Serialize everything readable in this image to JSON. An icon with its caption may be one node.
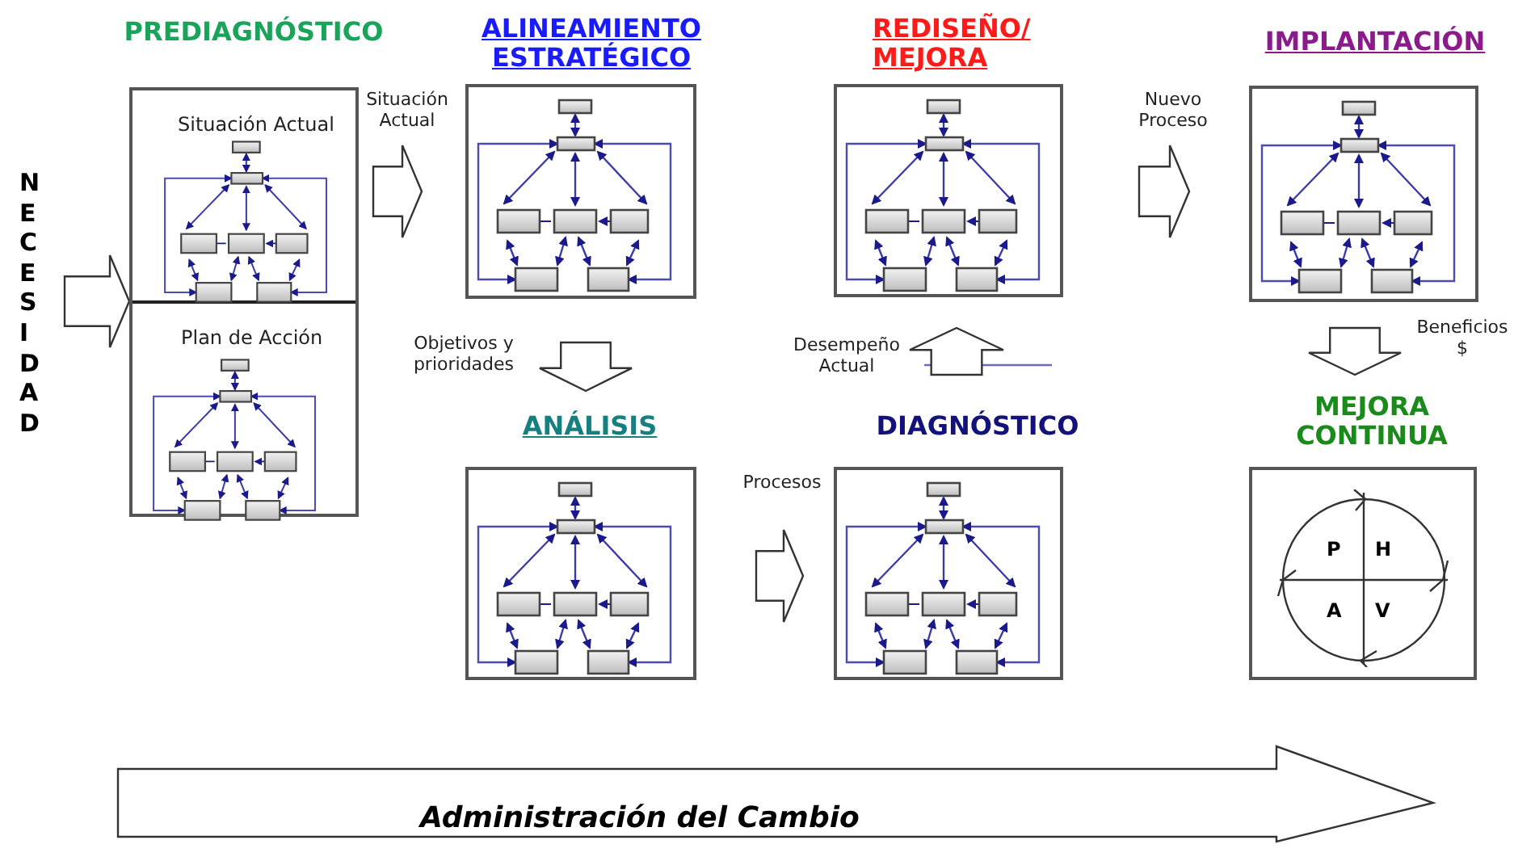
{
  "diagram": {
    "nodes": [
      {
        "text": [
          "NECESIDAD"
        ]
      },
      {
        "text": [
          "PREDIAGNÓSTICO"
        ]
      },
      {
        "text": [
          "Situación Actual"
        ],
        "in": 1
      },
      {
        "text": [
          "Plan de Acción"
        ],
        "in": 1
      },
      {
        "text": [
          "ALINEAMIENTO ESTRATÉGICO"
        ]
      },
      {
        "text": [
          "REDISEÑO/ MEJORA"
        ]
      },
      {
        "text": [
          "IMPLANTACIÓN"
        ]
      },
      {
        "text": [
          "ANÁLISIS"
        ]
      },
      {
        "text": [
          "DIAGNÓSTICO"
        ]
      },
      {
        "text": [
          "MEJORA CONTINUA"
        ]
      },
      {
        "text": [
          "Administración del Cambio"
        ]
      }
    ],
    "edges": [
      {
        "from": 0,
        "to": 1,
        "arrow": "to"
      },
      {
        "from": 2,
        "to": 4,
        "arrow": "to",
        "label": "Situación Actual"
      },
      {
        "from": 4,
        "to": 7,
        "arrow": "to",
        "label": "Objetivos y prioridades"
      },
      {
        "from": 7,
        "to": 8,
        "arrow": "to",
        "label": "Procesos"
      },
      {
        "from": 8,
        "to": 5,
        "arrow": "to",
        "label": "Desempeño Actual"
      },
      {
        "from": 5,
        "to": 6,
        "arrow": "to",
        "label": "Nuevo Proceso"
      },
      {
        "from": 6,
        "to": 9,
        "arrow": "to",
        "label": "Beneficios $"
      }
    ],
    "labels": [
      "P",
      "H",
      "A",
      "V"
    ]
  }
}
